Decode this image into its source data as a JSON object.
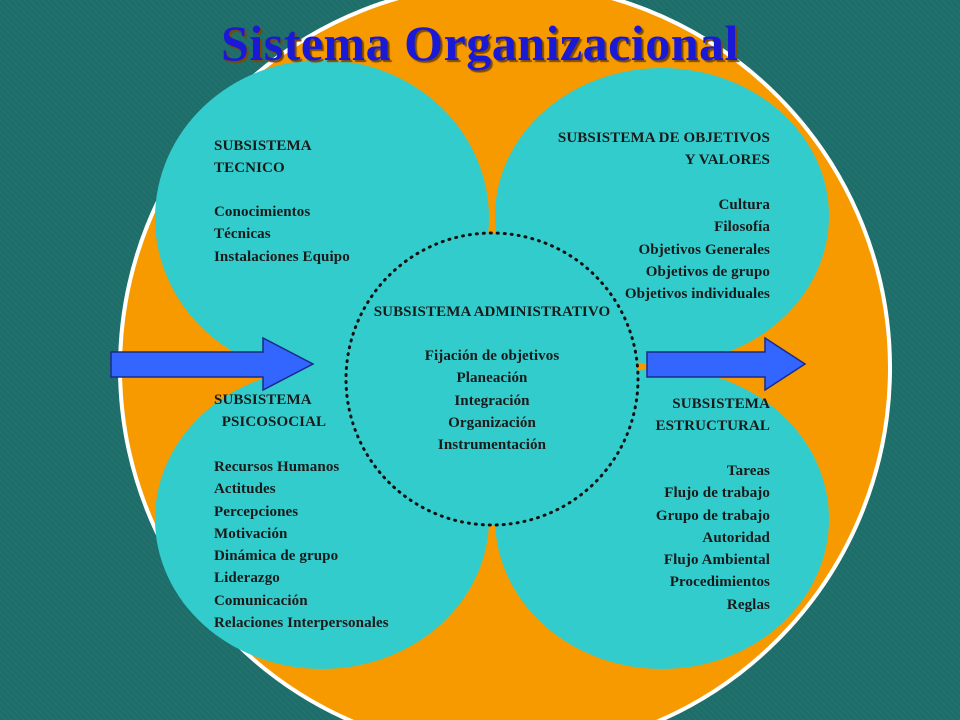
{
  "colors": {
    "background": "#1d6e6a",
    "orange_disc": "#f79a00",
    "disc_border": "#ffffff",
    "lobe_fill": "#33cccc",
    "arrow_fill": "#3366ff",
    "title": "#1a1ad6",
    "text": "#1a1a1a"
  },
  "title": "Sistema Organizacional",
  "subsystems": {
    "tecnico": {
      "heading": "SUBSISTEMA\nTECNICO",
      "items": "Conocimientos\nTécnicas\nInstalaciones Equipo"
    },
    "objetivos": {
      "heading": "SUBSISTEMA DE OBJETIVOS\nY VALORES",
      "items": "Cultura\nFilosofía\nObjetivos Generales\nObjetivos de grupo\nObjetivos individuales"
    },
    "psicosocial": {
      "heading": "SUBSISTEMA\n  PSICOSOCIAL",
      "items": "Recursos Humanos\nActitudes\nPercepciones\nMotivación\nDinámica de grupo\nLiderazgo\nComunicación\nRelaciones Interpersonales"
    },
    "estructural": {
      "heading": "SUBSISTEMA\nESTRUCTURAL",
      "items": "Tareas\nFlujo de trabajo\nGrupo de trabajo\nAutoridad\nFlujo Ambiental\nProcedimientos\nReglas"
    },
    "administrativo": {
      "heading": "SUBSISTEMA ADMINISTRATIVO",
      "items": "Fijación de objetivos\nPlaneación\nIntegración\nOrganización\nInstrumentación"
    }
  },
  "arrows": {
    "input": "arrow-right",
    "output": "arrow-right"
  }
}
